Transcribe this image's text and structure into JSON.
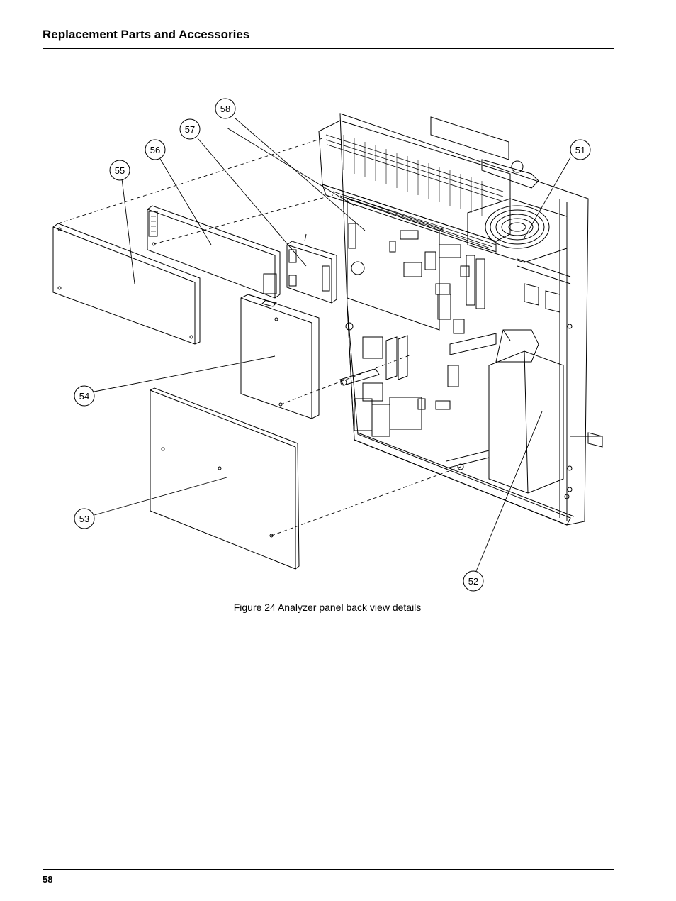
{
  "header": {
    "title": "Replacement Parts and Accessories"
  },
  "figure": {
    "caption": "Figure 24 Analyzer panel back view details",
    "callouts": [
      "51",
      "52",
      "53",
      "54",
      "55",
      "56",
      "57",
      "58"
    ]
  },
  "footer": {
    "page_number": "58"
  }
}
